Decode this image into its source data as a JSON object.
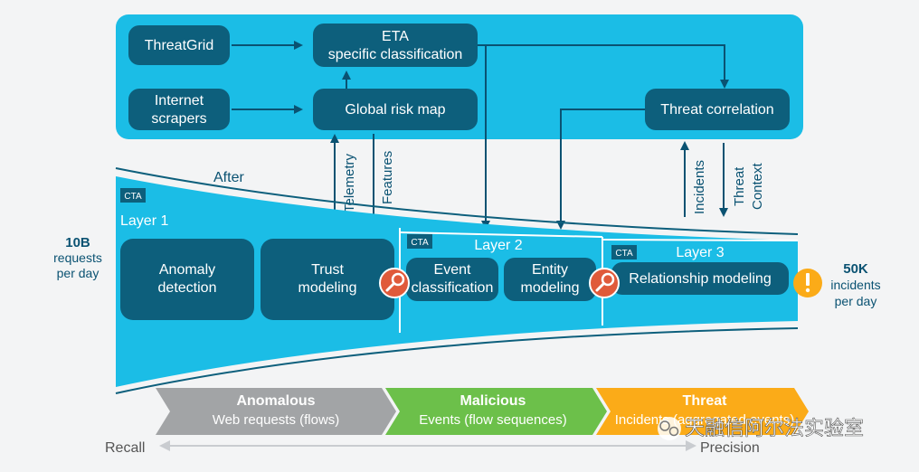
{
  "top_panel": {
    "threatgrid": "ThreatGrid",
    "internet_scrapers": [
      "Internet",
      "scrapers"
    ],
    "eta": [
      "ETA",
      "specific classification"
    ],
    "global_risk_map": "Global risk map",
    "threat_correlation": "Threat correlation"
  },
  "vertical_labels": {
    "telemetry": "Telemetry",
    "features": "Features",
    "incidents": "Incidents",
    "threat": "Threat",
    "context": "Context"
  },
  "funnel": {
    "after": "After",
    "cta_badge": "CTA",
    "layer1": "Layer 1",
    "layer2": "Layer 2",
    "layer3": "Layer 3",
    "anomaly_detection": [
      "Anomaly",
      "detection"
    ],
    "trust_modeling": [
      "Trust",
      "modeling"
    ],
    "event_classification": [
      "Event",
      "classification"
    ],
    "entity_modeling": [
      "Entity",
      "modeling"
    ],
    "relationship_modeling": "Relationship modeling"
  },
  "left_stat": {
    "value": "10B",
    "line1": "requests",
    "line2": "per day"
  },
  "right_stat": {
    "value": "50K",
    "line1": "incidents",
    "line2": "per day"
  },
  "bottom_arrows": [
    {
      "title": "Anomalous",
      "subtitle": "Web requests (flows)",
      "color": "#a2a4a6"
    },
    {
      "title": "Malicious",
      "subtitle": "Events (flow sequences)",
      "color": "#6cc04a"
    },
    {
      "title": "Threat",
      "subtitle": "Incidents (aggregated events)",
      "color": "#fbab18"
    }
  ],
  "axis": {
    "left": "Recall",
    "right": "Precision"
  },
  "watermark": "天融信阿尔法实验室",
  "colors": {
    "panel": "#1bbde6",
    "box": "#0d5f7c",
    "arrow": "#0a5272",
    "alert": "#fbab18",
    "search": "#e05a3a"
  }
}
